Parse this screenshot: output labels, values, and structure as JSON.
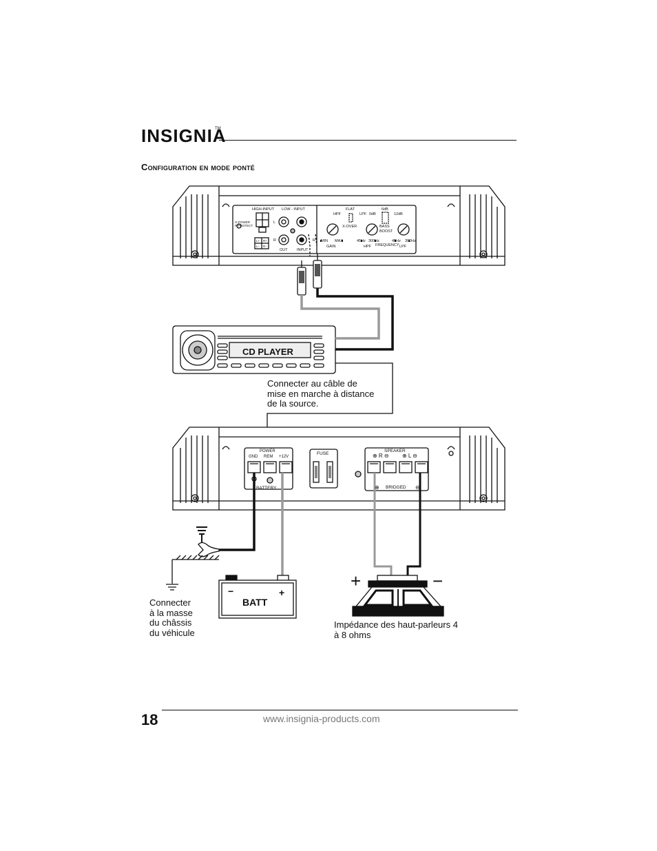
{
  "header": {
    "brand": "INSIGNIA",
    "trademark": "TM"
  },
  "section": {
    "title": "Configuration en mode ponté"
  },
  "top_amplifier": {
    "high_input": "HIGH-INPUT",
    "low_input": "LOW - INPUT",
    "g_power": "G-POWER",
    "r_protect": "R-PROTECT",
    "l_plus": "L+",
    "r_plus": "R+",
    "l_minus": "L−",
    "r_minus": "R−",
    "left": "L",
    "right": "R",
    "out": "OUT",
    "input": "INPUT",
    "hpf": "HPF",
    "flat": "FLAT",
    "lpf": "LPF",
    "x_over": "X-OVER",
    "db0": "0dB",
    "db6": "6dB",
    "db12": "12dB",
    "bass_boost_1": "BASS",
    "bass_boost_2": "BOOST",
    "min": "MIN",
    "max": "MAX",
    "gain": "GAIN",
    "hz45a": "45Hz",
    "hz300a": "300Hz",
    "hpf_label": "HPF",
    "frequency": "FREQUENCY",
    "hz45b": "45Hz",
    "hz300b": "300Hz",
    "lpf_label": "LPF"
  },
  "cd_player": {
    "label": "CD PLAYER"
  },
  "remote_caption": {
    "line1": "Connecter au câble de",
    "line2": "mise en marche à distance",
    "line3": "de la source."
  },
  "bottom_amplifier": {
    "power": "POWER",
    "gnd": "GND",
    "rem": "REM",
    "v12": "+12V",
    "battery": "BATTERY",
    "fuse": "FUSE",
    "speaker": "SPEAKER",
    "plus_r": "⊕ R ⊖",
    "plus_l": "⊕ L ⊖",
    "bridged": "BRIDGED",
    "bridged_plus": "⊕",
    "bridged_minus": "⊖"
  },
  "battery": {
    "label": "BATT",
    "minus": "−",
    "plus": "+"
  },
  "speaker_signs": {
    "plus": "+",
    "minus": "−"
  },
  "ground_caption": {
    "line1": "Connecter",
    "line2": "à la masse",
    "line3": "du châssis",
    "line4": "du véhicule"
  },
  "impedance_caption": {
    "line1": "Impédance des haut-parleurs 4",
    "line2": "à 8 ohms"
  },
  "footer": {
    "page_number": "18",
    "url": "www.insignia-products.com"
  },
  "colors": {
    "ink": "#111111",
    "wire_gray": "#9a9a9a",
    "url_gray": "#777777"
  }
}
